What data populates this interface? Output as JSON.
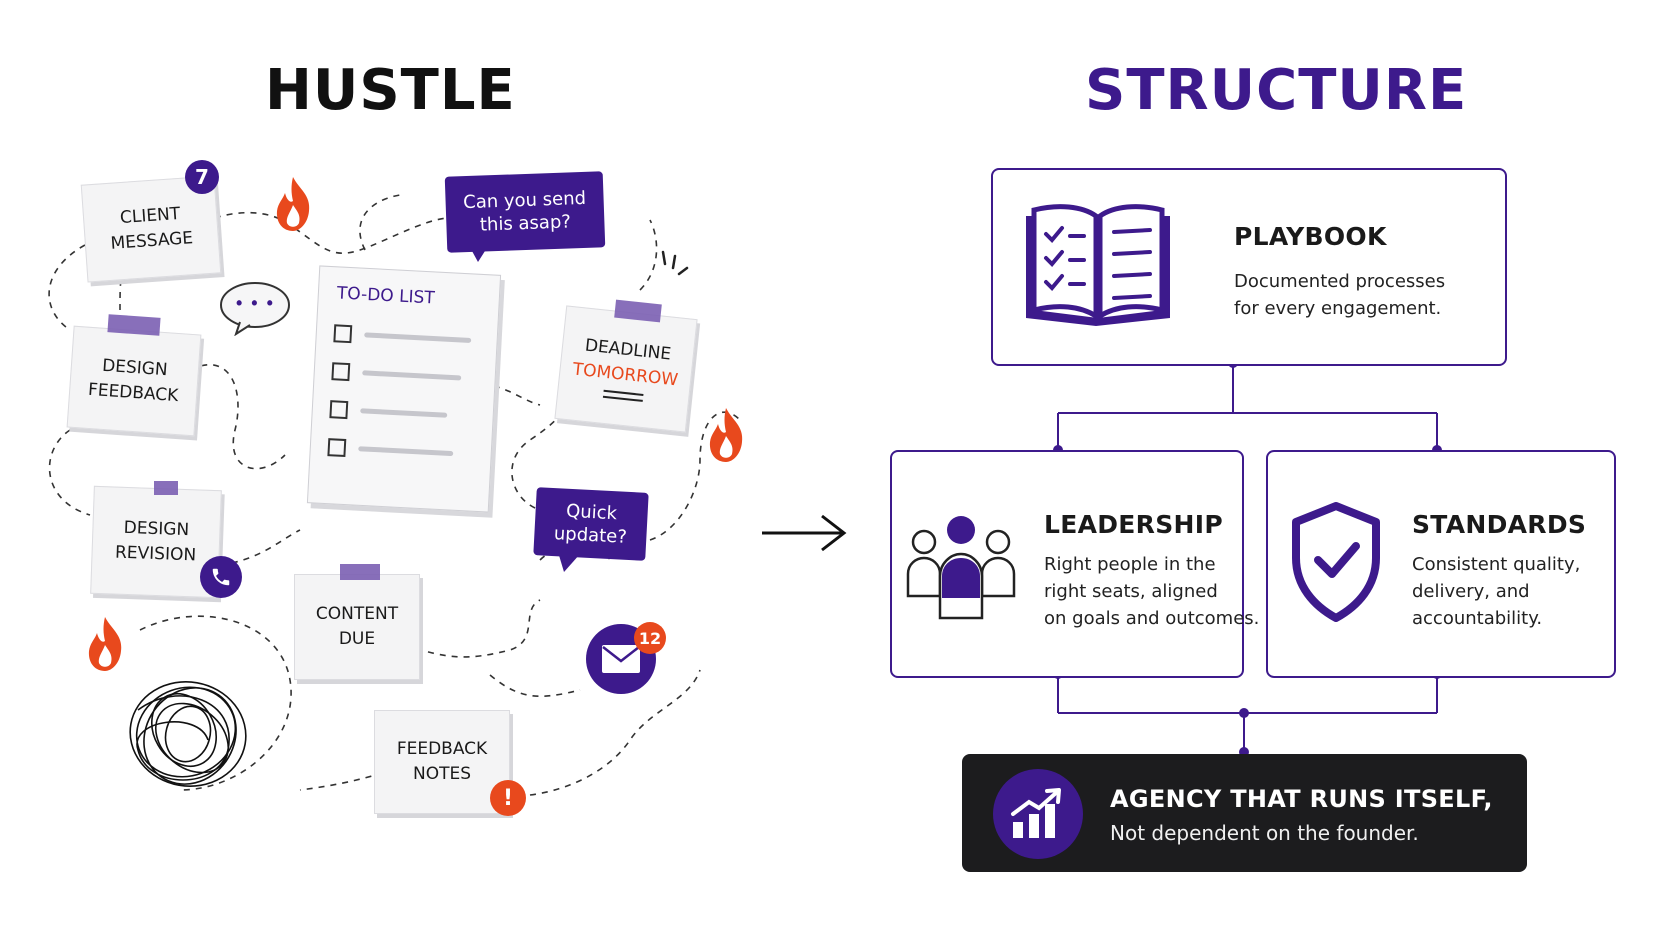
{
  "titles": {
    "left": "HUSTLE",
    "right": "STRUCTURE"
  },
  "colors": {
    "purple": "#3d1a8c",
    "red_orange": "#e8491d",
    "dark": "#1c1c1e"
  },
  "hustle": {
    "client_message": "CLIENT\nMESSAGE",
    "client_message_badge": "7",
    "chat_bubble_1": "Can you send\nthis asap?",
    "todo_title": "TO-DO LIST",
    "design_feedback": "DESIGN\nFEEDBACK",
    "deadline": "DEADLINE",
    "tomorrow": "TOMORROW",
    "design_revision": "DESIGN\nREVISION",
    "chat_bubble_2": "Quick\nupdate?",
    "content_due": "CONTENT\nDUE",
    "email_badge": "12",
    "feedback_notes": "FEEDBACK\nNOTES",
    "alert_badge": "!",
    "typing_dots": "• • •"
  },
  "icons": [
    "fire-icon",
    "speech-bubble-icon",
    "phone-icon",
    "mail-icon",
    "alert-icon",
    "checkbox-icon",
    "arrow-right-icon",
    "book-icon",
    "people-icon",
    "shield-check-icon",
    "growth-chart-icon",
    "scribble-icon"
  ],
  "structure": {
    "playbook": {
      "heading": "PLAYBOOK",
      "desc": "Documented processes\nfor every engagement."
    },
    "leadership": {
      "heading": "LEADERSHIP",
      "desc": "Right people in the\nright seats, aligned\non goals and outcomes."
    },
    "standards": {
      "heading": "STANDARDS",
      "desc": "Consistent quality,\ndelivery, and\naccountability."
    },
    "result": {
      "heading": "AGENCY THAT RUNS ITSELF,",
      "desc": "Not dependent on the founder."
    }
  }
}
